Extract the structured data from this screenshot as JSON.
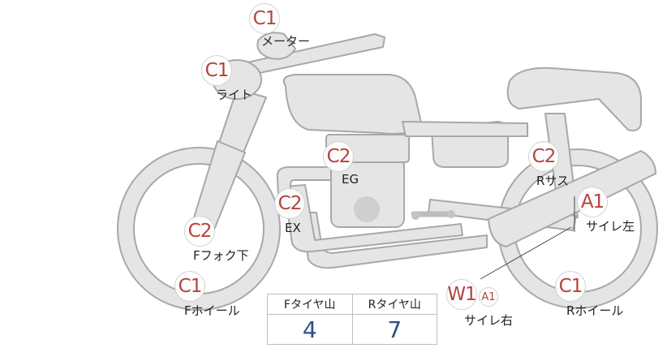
{
  "colors": {
    "bike_fill": "#e5e5e5",
    "bike_stroke": "#a8a8a8",
    "code_red": "#b4433c",
    "value_blue": "#2e4f8a"
  },
  "markers": {
    "meter": {
      "code": "C1",
      "label": "メーター"
    },
    "light": {
      "code": "C1",
      "label": "ライト"
    },
    "engine": {
      "code": "C2",
      "label": "EG"
    },
    "exhaust": {
      "code": "C2",
      "label": "EX"
    },
    "front_fork": {
      "code": "C2",
      "label": "Fフォク下"
    },
    "front_wheel": {
      "code": "C1",
      "label": "Fホイール"
    },
    "rear_sus": {
      "code": "C2",
      "label": "Rサス"
    },
    "muffler_left": {
      "code": "A1",
      "label": "サイレ左"
    },
    "muffler_right": {
      "code": "W1",
      "code_extra": "A1",
      "label": "サイレ右"
    },
    "rear_wheel": {
      "code": "C1",
      "label": "Rホイール"
    }
  },
  "tread": {
    "front_header": "Fタイヤ山",
    "rear_header": "Rタイヤ山",
    "front_value": "4",
    "rear_value": "7"
  }
}
